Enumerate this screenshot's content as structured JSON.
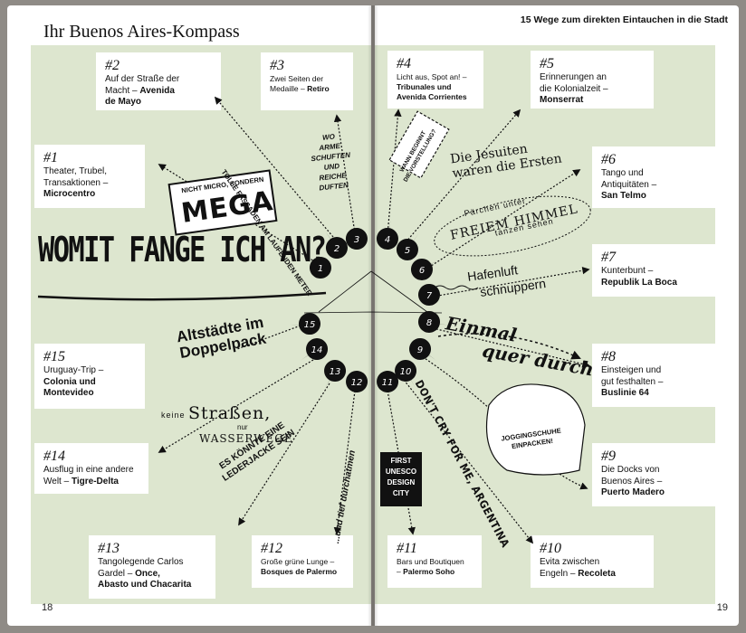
{
  "left_page": {
    "title": "Ihr Buenos Aires-Kompass",
    "page_number": "18",
    "cards": [
      {
        "num": "#2",
        "line1": "Auf der Straße der",
        "line2_plain": "Macht – ",
        "line2_bold": "Avenida",
        "line3_bold": "de Mayo"
      },
      {
        "num": "#3",
        "line1": "Zwei Seiten der",
        "line2_plain": "Medaille – ",
        "line2_bold": "Retiro"
      },
      {
        "num": "#1",
        "line1": "Theater, Trubel,",
        "line2_plain": "Transaktionen –",
        "line3_bold": "Microcentro"
      },
      {
        "num": "#15",
        "line1": "Uruguay-Trip –",
        "line2_bold": "Colonia und",
        "line3_bold": "Montevideo"
      },
      {
        "num": "#14",
        "line1": "Ausflug in eine andere",
        "line2_plain": "Welt – ",
        "line2_bold": "Tigre-Delta"
      },
      {
        "num": "#13",
        "line1": "Tangolegende Carlos",
        "line2_plain": "Gardel – ",
        "line2_bold": "Once,",
        "line3_bold": "Abasto und Chacarita"
      },
      {
        "num": "#12",
        "line1": "Große grüne Lunge –",
        "line2_bold": "Bosques de Palermo"
      }
    ],
    "annotations": {
      "mega_small": "NICHT MICRO, SONDERN",
      "mega_big": "MEGA",
      "womit": "WOMIT FANGE ICH AN?",
      "fassaden": "TOLLE FASSADEN AM LAUFENDEN METER",
      "wo_arme": [
        "WO",
        "ARME",
        "SCHUFTEN",
        "UND",
        "REICHE",
        "DUFTEN"
      ],
      "altstadte": [
        "Altstädte im",
        "Doppelpack"
      ],
      "keine": "keine",
      "strassen": "Straßen,",
      "nur": "nur",
      "wasserwege": "WASSERWEGE",
      "lederjacke": [
        "ES KÖNNTE EINE",
        "LEDERJACKE SEIN"
      ],
      "durchatmen": "...und tief durchatmen"
    }
  },
  "right_page": {
    "header": "15 Wege zum direkten Eintauchen in die Stadt",
    "page_number": "19",
    "cards": [
      {
        "num": "#4",
        "line1": "Licht aus, Spot an! –",
        "line2_bold": "Tribunales und",
        "line3_bold": "Avenida Corrientes"
      },
      {
        "num": "#5",
        "line1": "Erinnerungen an",
        "line2_plain": "die Kolonialzeit –",
        "line3_bold": "Monserrat"
      },
      {
        "num": "#6",
        "line1": "Tango und",
        "line2_plain": "Antiquitäten –",
        "line3_bold": "San Telmo"
      },
      {
        "num": "#7",
        "line1": "Kunterbunt –",
        "line2_bold": "Republik La Boca"
      },
      {
        "num": "#8",
        "line1": "Einsteigen und",
        "line2_plain": "gut festhalten –",
        "line3_bold": "Buslinie 64"
      },
      {
        "num": "#9",
        "line1": "Die Docks von",
        "line2_plain": "Buenos Aires –",
        "line3_bold": "Puerto Madero"
      },
      {
        "num": "#10",
        "line1": "Evita zwischen",
        "line2_plain": "Engeln – ",
        "line2_bold": "Recoleta"
      },
      {
        "num": "#11",
        "line1": "Bars und Boutiquen",
        "line2_plain": "– ",
        "line2_bold": "Palermo Soho"
      }
    ],
    "annotations": {
      "ticket": [
        "WANN BEGINNT",
        "DIE VORSTELLUNG?"
      ],
      "jesuiten": [
        "Die Jesuiten",
        "waren die Ersten"
      ],
      "parchen": "Pärchen unter",
      "freiem": "FREIEM HIMMEL",
      "tanzen": "tanzen sehen",
      "hafenluft": "Hafenluft",
      "schnuppern": "schnuppern",
      "einmal": "Einmal",
      "quer": "quer durch",
      "jogging": [
        "JOGGINGSCHUHE",
        "EINPACKEN!"
      ],
      "dont_cry": "DON'T CRY FOR ME, ARGENTINA",
      "unesco": [
        "FIRST",
        "UNESCO",
        "DESIGN",
        "CITY"
      ]
    }
  },
  "markers": [
    "1",
    "2",
    "3",
    "4",
    "5",
    "6",
    "7",
    "8",
    "9",
    "10",
    "11",
    "12",
    "13",
    "14",
    "15"
  ],
  "colors": {
    "green_bg": "#dde6cf",
    "marker": "#111111",
    "card": "#ffffff"
  }
}
